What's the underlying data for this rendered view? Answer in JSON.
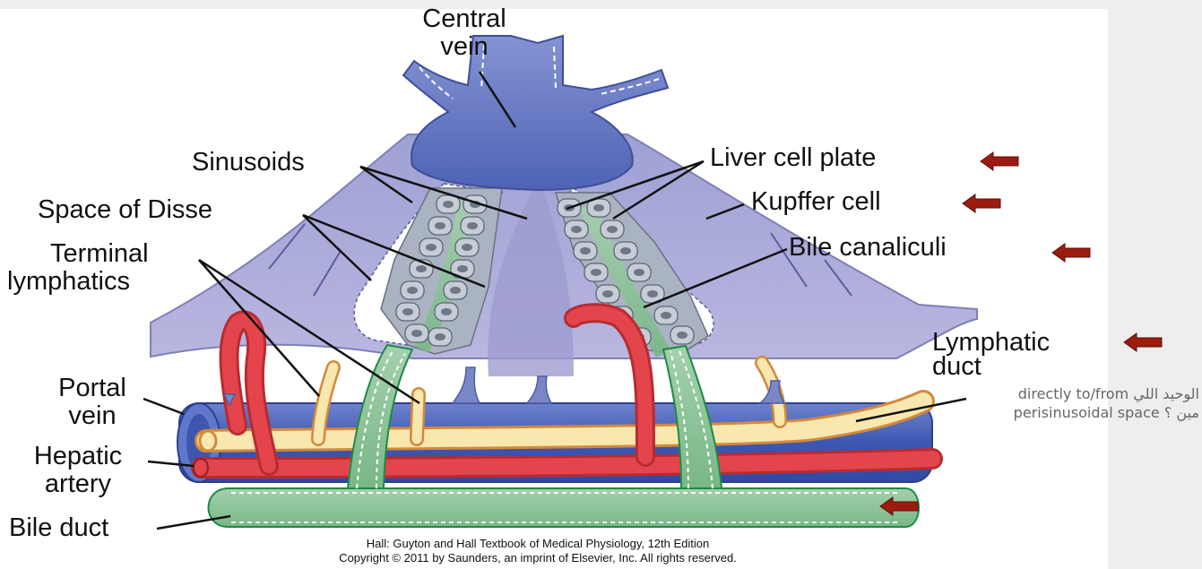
{
  "labels": {
    "central_vein": [
      "Central",
      "vein"
    ],
    "sinusoids": "Sinusoids",
    "space_of_disse": "Space of Disse",
    "terminal_lymphatics": [
      "Terminal",
      "lymphatics"
    ],
    "portal_vein": [
      "Portal",
      "vein"
    ],
    "hepatic_artery": [
      "Hepatic",
      "artery"
    ],
    "bile_duct": "Bile duct",
    "liver_cell_plate": "Liver cell plate",
    "kupffer_cell": "Kupffer cell",
    "bile_canaliculi": "Bile canaliculi",
    "lymphatic_duct": [
      "Lymphatic",
      "duct"
    ]
  },
  "note": [
    "الوحيد اللي directly to/from",
    "مين ؟ perisinusoidal space"
  ],
  "credit": [
    "Hall: Guyton and Hall Textbook of Medical Physiology, 12th Edition",
    "Copyright © 2011 by Saunders, an imprint of Elsevier, Inc. All rights reserved."
  ],
  "colors": {
    "vein_blue": "#7484c8",
    "sinusoid_lavender": "#a7a6d6",
    "hepatocyte_gray": "#b9c1cc",
    "bile_green": "#8fc49b",
    "artery_red": "#e4444b",
    "lymph_cream": "#f8e7ae",
    "arrow_red": "#9a1c0e"
  }
}
